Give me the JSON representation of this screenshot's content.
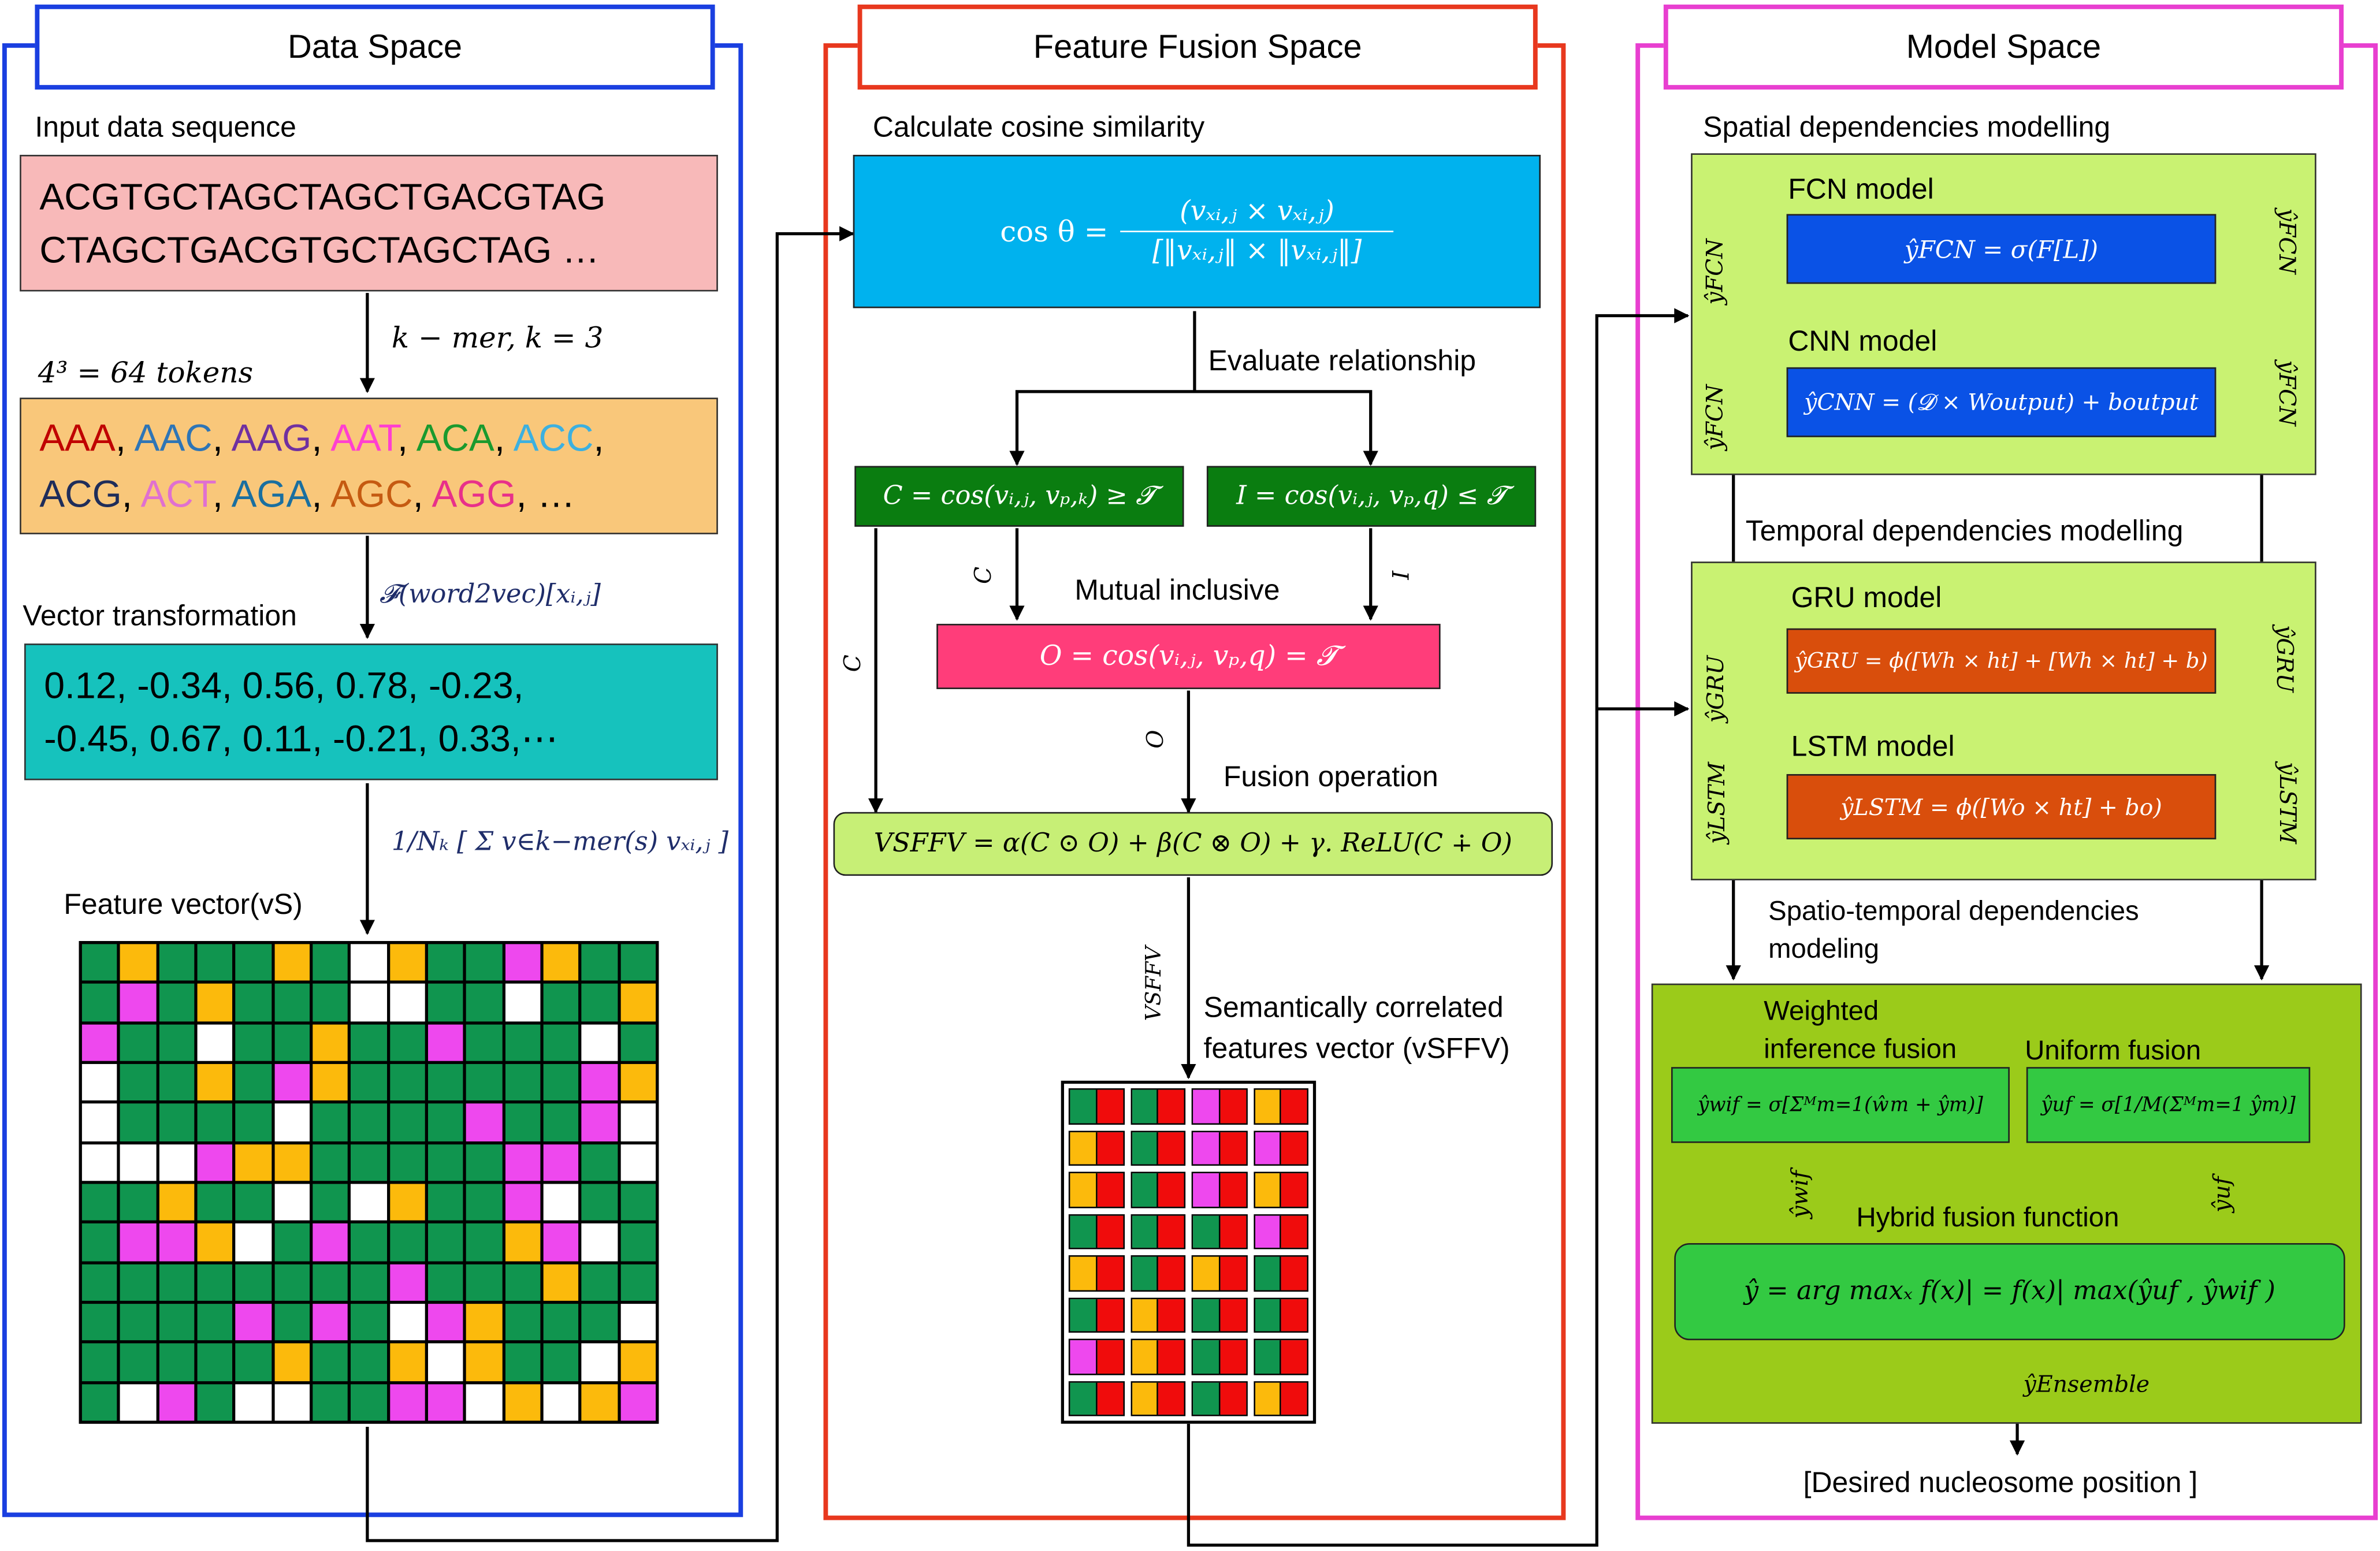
{
  "panels": {
    "data": {
      "title": "Data Space",
      "color": "#1a3fe0"
    },
    "fusion": {
      "title": "Feature Fusion Space",
      "color": "#e8381e"
    },
    "model": {
      "title": "Model Space",
      "color": "#e83fd0"
    }
  },
  "data_space": {
    "input_label": "Input data sequence",
    "seq_line1": "ACGTGCTAGCTAGCTGACGTAG",
    "seq_line2": "CTAGCTGACGTGCTAGCTAG …",
    "kmer_label": "k − mer, k = 3",
    "tokens_label": "4³ = 64 tokens",
    "tokens": [
      {
        "text": "AAA",
        "color": "#c00000"
      },
      {
        "text": "AAC",
        "color": "#2e75b6"
      },
      {
        "text": "AAG",
        "color": "#7030a0"
      },
      {
        "text": "AAT",
        "color": "#ff3fd0"
      },
      {
        "text": "ACA",
        "color": "#1a9a2e"
      },
      {
        "text": "ACC",
        "color": "#3cb0e0"
      },
      {
        "text": "ACG",
        "color": "#1f2d5a"
      },
      {
        "text": "ACT",
        "color": "#e070d0"
      },
      {
        "text": "AGA",
        "color": "#1a6fa0"
      },
      {
        "text": "AGC",
        "color": "#c55a11"
      },
      {
        "text": "AGG",
        "color": "#e8308a"
      }
    ],
    "tokens_ellipsis": "…",
    "vector_label": "Vector transformation",
    "w2v_label": "𝓕(word2vec)[xᵢ,ⱼ]",
    "vector_line1": "0.12, -0.34, 0.56, 0.78, -0.23,",
    "vector_line2": "-0.45, 0.67, 0.11, -0.21, 0.33,⋯",
    "avg_formula": "1/Nₖ [ Σ v∈k−mer(s) vₓᵢ,ⱼ ]",
    "feature_label": "Feature vector(vS)"
  },
  "fusion_space": {
    "cos_label": "Calculate cosine similarity",
    "cos_formula_lhs": "cos θ =",
    "cos_num": "(vₓᵢ,ⱼ × vₓᵢ,ⱼ)",
    "cos_den": "[‖vₓᵢ,ⱼ‖ × ‖vₓᵢ,ⱼ‖]",
    "evaluate_label": "Evaluate relationship",
    "c_formula": "C = cos(vᵢ,ⱼ, vₚ,ₖ) ≥ 𝓣",
    "i_formula": "I = cos(vᵢ,ⱼ, vₚ,q) ≤ 𝓣",
    "mutual_label": "Mutual inclusive",
    "o_formula": "O = cos(vᵢ,ⱼ, vₚ,q) = 𝓣",
    "fusion_label": "Fusion operation",
    "sffv_formula": "VSFFV = α(C ⊙ O) + β(C ⊗ O) + γ. ReLU(C ∔ O)",
    "c_edge": "C",
    "i_edge": "I",
    "o_edge": "O",
    "vsffv_edge": "VSFFV",
    "sem_label_1": "Semantically correlated",
    "sem_label_2": "features vector (vSFFV)"
  },
  "model_space": {
    "spatial_label": "Spatial dependencies modelling",
    "fcn_title": "FCN model",
    "fcn_formula": "ŷFCN = σ(F[L])",
    "cnn_title": "CNN model",
    "cnn_formula": "ŷCNN = (𝓓 × Woutput) + boutput",
    "y_fcn": "ŷFCN",
    "temporal_label": "Temporal dependencies modelling",
    "gru_title": "GRU model",
    "gru_formula": "ŷGRU = ϕ([Wh × ht] + [Wh × ht] + b)",
    "lstm_title": "LSTM model",
    "lstm_formula": "ŷLSTM = ϕ([Wo × ht] + bo)",
    "y_gru": "ŷGRU",
    "y_lstm": "ŷLSTM",
    "spatio_label_1": "Spatio-temporal dependencies",
    "spatio_label_2": "modeling",
    "wif_title_1": "Weighted",
    "wif_title_2": "inference fusion",
    "uf_title": "Uniform fusion",
    "wif_formula": "ŷwif = σ[Σᴹm=1(ŵm + ŷm)]",
    "uf_formula": "ŷuf = σ[1/M(Σᴹm=1 ŷm)]",
    "y_wif": "ŷwif",
    "y_uf": "ŷuf",
    "hybrid_label": "Hybrid fusion function",
    "hybrid_formula": "ŷ =  arg maxₓ f(x)| = f(x)| max(ŷuf , ŷwif )",
    "y_ensemble": "ŷEnsemble",
    "output_label": "[Desired nucleosome position ]"
  },
  "colors": {
    "seq_box": "#f8b9b9",
    "token_box": "#f9c77a",
    "vector_box": "#16c2bd",
    "cos_box": "#00b2ee",
    "cond_box": "#0a7d10",
    "o_box": "#ff3d7a",
    "sffv_box": "#c7ef76",
    "model_region": "#c9f272",
    "fcn_cnn_box": "#0a52e6",
    "gru_lstm_box": "#d94e0c",
    "ensemble_region": "#9bcb1a",
    "fusion_box": "#33c942",
    "grid_green": "#10954f",
    "grid_orange": "#fcba0c",
    "grid_magenta": "#ee48ee",
    "grid_red": "#f00c0c"
  }
}
